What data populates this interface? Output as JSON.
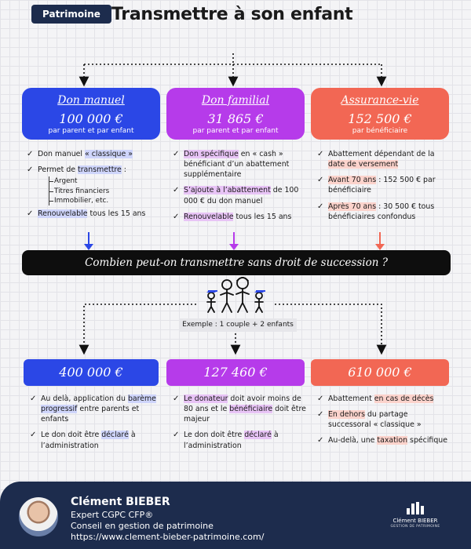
{
  "header": {
    "badge": "Patrimoine",
    "title": "Transmettre à son enfant"
  },
  "cards": [
    {
      "name": "Don manuel",
      "amount": "100 000 €",
      "sub": "par parent et par enfant"
    },
    {
      "name": "Don familial",
      "amount": "31 865 €",
      "sub": "par parent et par enfant"
    },
    {
      "name": "Assurance-vie",
      "amount": "152 500 €",
      "sub": "par bénéficiaire"
    }
  ],
  "col1": {
    "b1_pre": "Don manuel ",
    "b1_hl": "« classique »",
    "b2_pre": "Permet de ",
    "b2_hl": "transmettre",
    "b2_post": " :",
    "subitems": [
      "Argent",
      "Titres financiers",
      "Immobilier, etc."
    ],
    "b3_hl": "Renouvelable",
    "b3_post": " tous les 15 ans"
  },
  "col2": {
    "b1_hl": "Don spécifique",
    "b1_post": " en « cash » bénéficiant d’un abattement supplémentaire",
    "b2_hl": "S’ajoute à l’abattement",
    "b2_post": " de 100 000 € du don manuel",
    "b3_hl": "Renouvelable",
    "b3_post": " tous les 15 ans"
  },
  "col3": {
    "b1_pre": "Abattement dépendant de la ",
    "b1_hl": "date de versement",
    "b2_hl": "Avant 70 ans",
    "b2_post": " : 152 500 € par bénéficiaire",
    "b3_hl": "Après 70 ans",
    "b3_post": " : 30 500 € tous bénéficiaires confondus"
  },
  "question": "Combien peut-on transmettre sans droit de succession ?",
  "example": "Exemple : 1 couple + 2 enfants",
  "results": [
    "400 000 €",
    "127 460 €",
    "610 000 €"
  ],
  "res1": {
    "b1_pre": "Au delà, application du ",
    "b1_hl": "barème progressif",
    "b1_post": " entre parents et enfants",
    "b2_pre": "Le don doit être ",
    "b2_hl": "déclaré",
    "b2_post": " à l’administration"
  },
  "res2": {
    "b1_hl": "Le donateur",
    "b1_mid": " doit avoir moins de 80 ans et le ",
    "b1_hl2": "bénéficiaire",
    "b1_post": " doit être majeur",
    "b2_pre": "Le don doit être ",
    "b2_hl": "déclaré",
    "b2_post": " à l’administration"
  },
  "res3": {
    "b1_pre": "Abattement ",
    "b1_hl": "en cas de décès",
    "b2_hl": "En dehors",
    "b2_post": " du partage successoral « classique »",
    "b3_pre": "Au-delà, une ",
    "b3_hl": "taxation",
    "b3_post": " spécifique"
  },
  "footer": {
    "name": "Clément BIEBER",
    "line1": "Expert CGPC CFP®",
    "line2": "Conseil en gestion de patrimoine",
    "line3": "https://www.clement-bieber-patrimoine.com/",
    "logo_name": "Clément BIEBER",
    "logo_tag": "GESTION DE PATRIMOINE"
  },
  "colors": {
    "blue": "#2b47e6",
    "purple": "#b63bea",
    "red": "#f26754",
    "navy": "#1d2c4d"
  }
}
